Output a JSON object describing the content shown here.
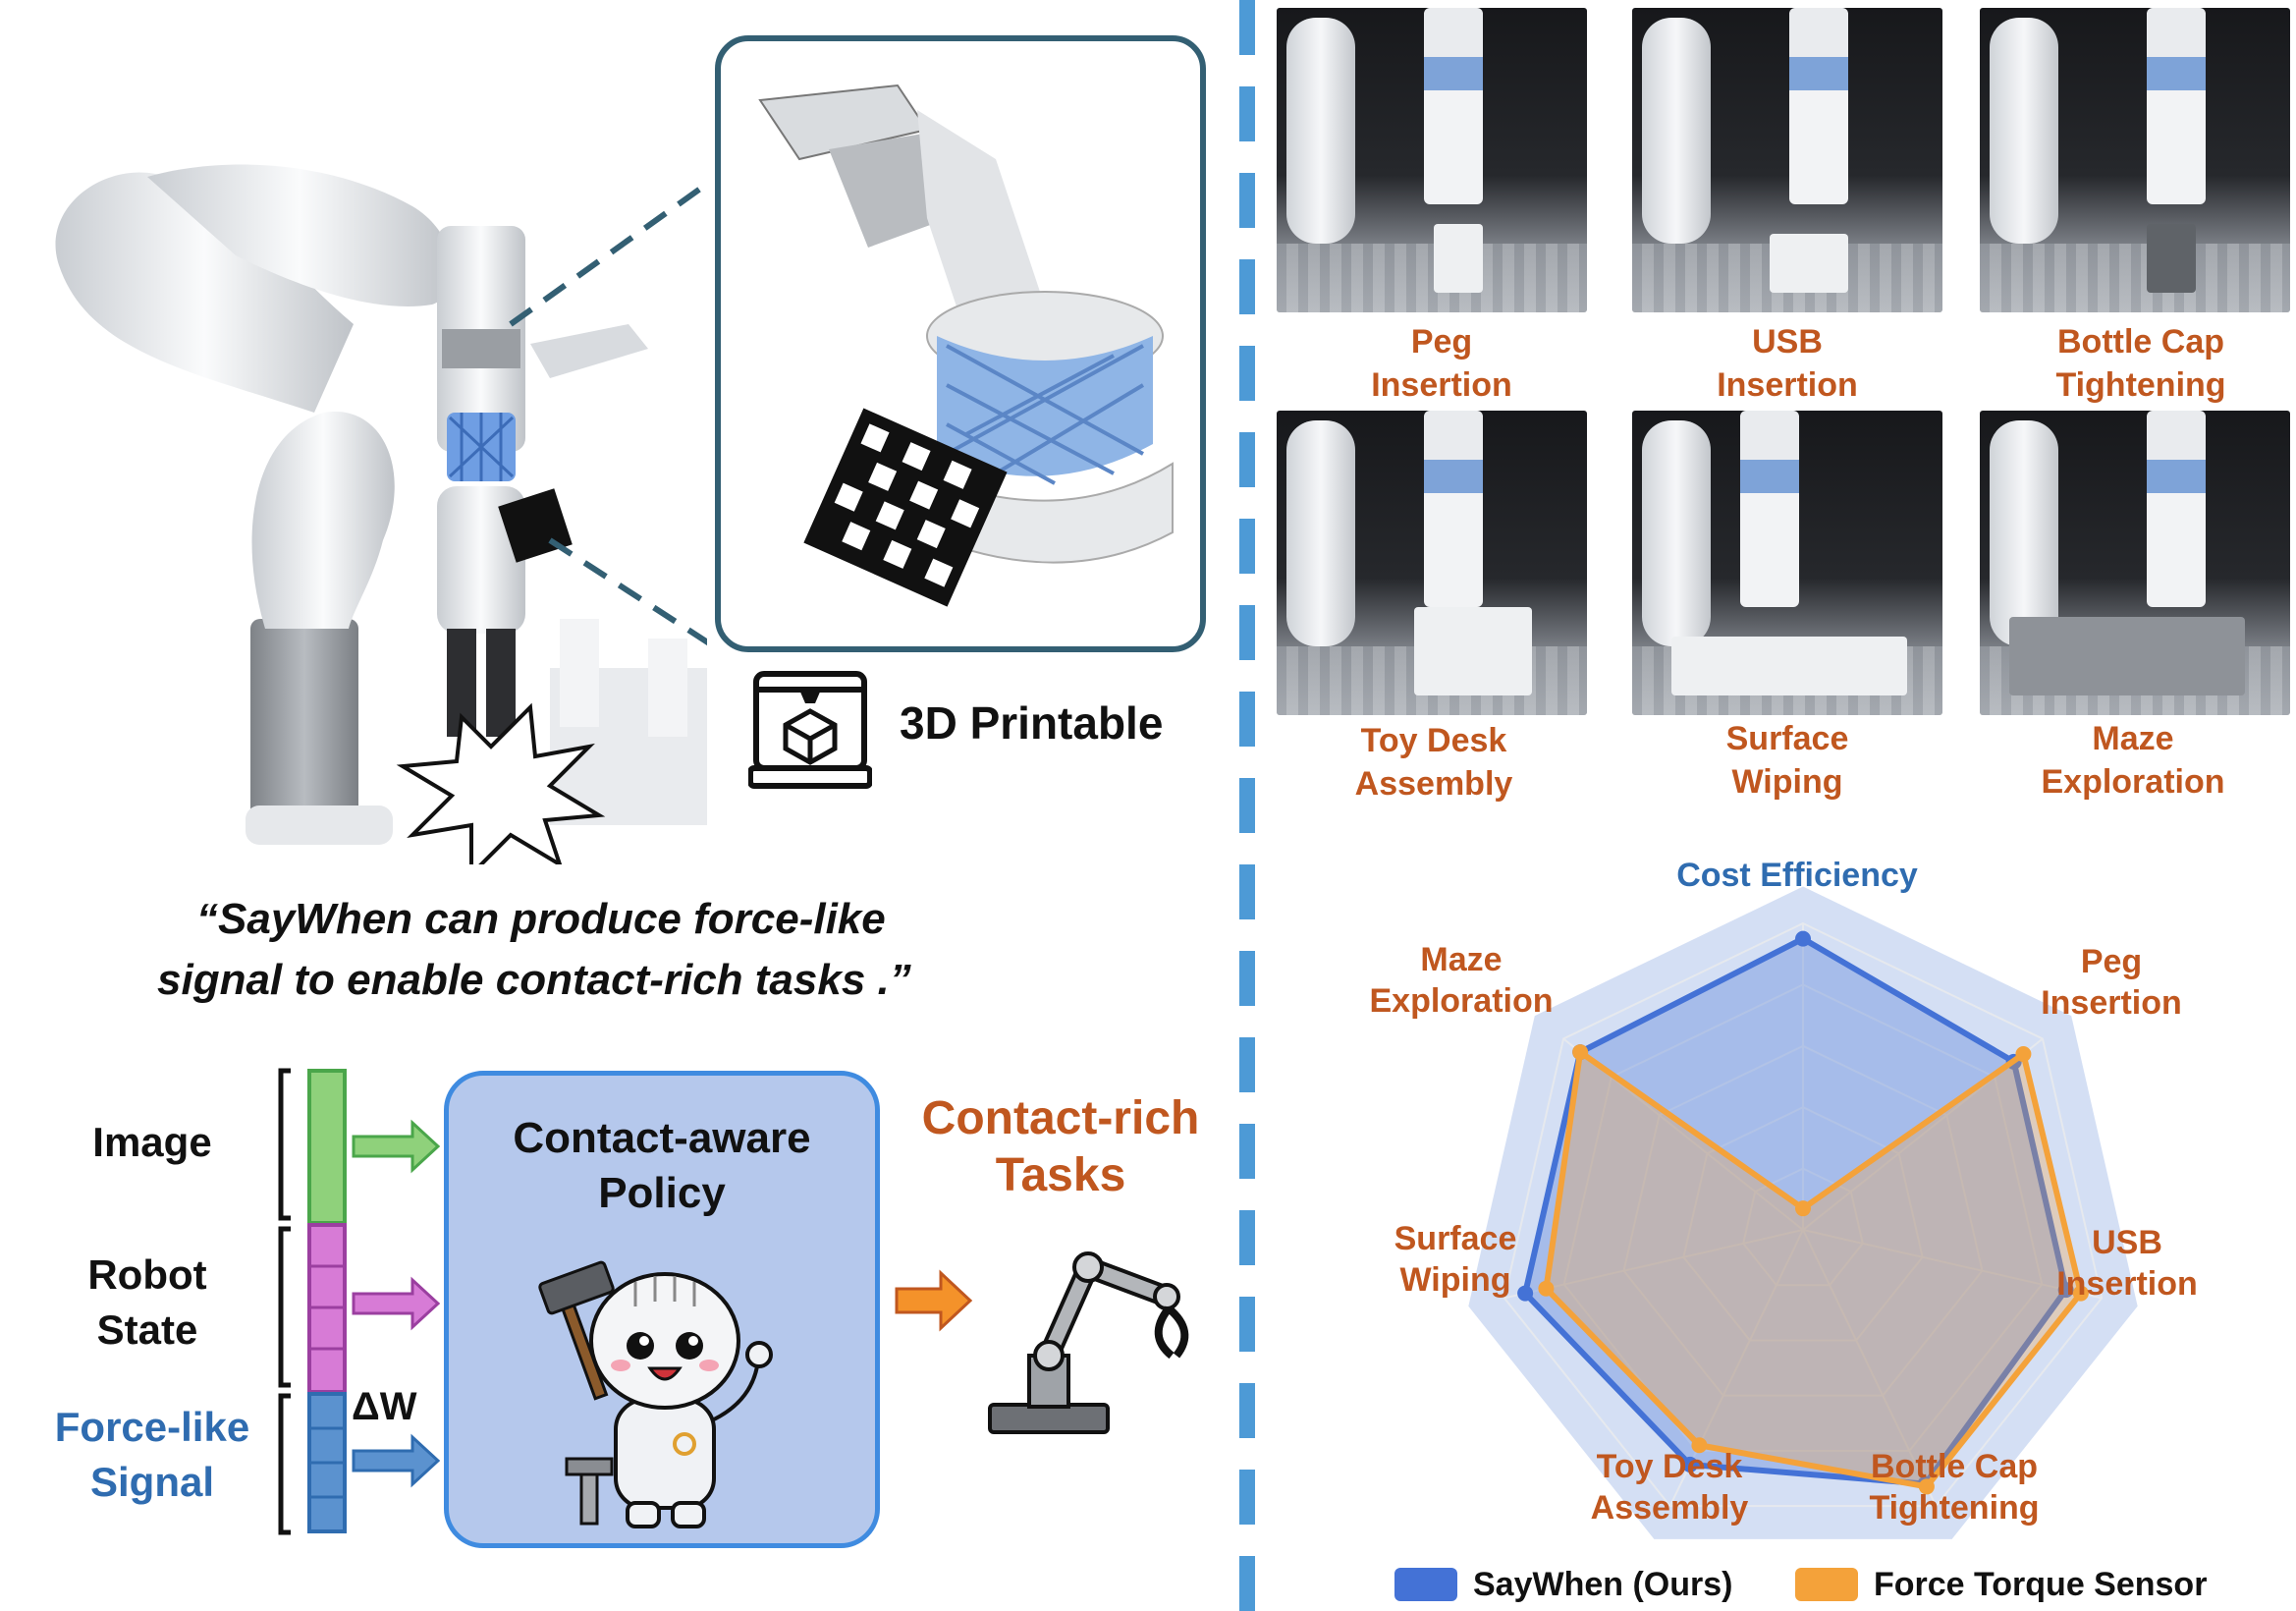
{
  "robot_section": {
    "printable_label": "3D Printable",
    "printer_icon": "3d-printer-icon"
  },
  "quote": {
    "line1": "“SayWhen can produce force-like",
    "line2": "signal to enable contact-rich tasks .”"
  },
  "pipeline": {
    "inputs": [
      {
        "label_line1": "Image",
        "label_line2": "",
        "color": "#8fd17b",
        "border": "#4aa64a"
      },
      {
        "label_line1": "Robot",
        "label_line2": "State",
        "color": "#d77bd6",
        "border": "#9b3fa0"
      },
      {
        "label_line1": "Force-like",
        "label_line2": "Signal",
        "color": "#5b92cf",
        "border": "#2f6cb0"
      }
    ],
    "delta_label": "ΔW",
    "policy_line1": "Contact-aware",
    "policy_line2": "Policy",
    "output_line1": "Contact-rich",
    "output_line2": "Tasks"
  },
  "tasks": [
    {
      "line1": "Peg",
      "line2": "Insertion"
    },
    {
      "line1": "USB",
      "line2": "Insertion"
    },
    {
      "line1": "Bottle Cap",
      "line2": "Tightening"
    },
    {
      "line1": "Toy Desk",
      "line2": "Assembly"
    },
    {
      "line1": "Surface",
      "line2": "Wiping"
    },
    {
      "line1": "Maze",
      "line2": "Exploration"
    }
  ],
  "radar": {
    "axes": [
      {
        "line1": "Cost Efficiency",
        "line2": ""
      },
      {
        "line1": "Peg",
        "line2": "Insertion"
      },
      {
        "line1": "USB",
        "line2": "Insertion"
      },
      {
        "line1": "Bottle Cap",
        "line2": "Tightening"
      },
      {
        "line1": "Toy Desk",
        "line2": "Assembly"
      },
      {
        "line1": "Surface",
        "line2": "Wiping"
      },
      {
        "line1": "Maze",
        "line2": "Exploration"
      }
    ],
    "legend": [
      {
        "name": "SayWhen (Ours)",
        "color": "#4472d6"
      },
      {
        "name": "Force Torque Sensor",
        "color": "#f4a23a"
      }
    ]
  },
  "chart_data": {
    "type": "radar",
    "categories": [
      "Cost Efficiency",
      "Peg Insertion",
      "USB Insertion",
      "Bottle Cap Tightening",
      "Toy Desk Assembly",
      "Surface Wiping",
      "Maze Exploration"
    ],
    "series": [
      {
        "name": "SayWhen (Ours)",
        "color": "#4472d6",
        "values": [
          0.95,
          0.88,
          0.88,
          0.92,
          0.85,
          0.93,
          0.93
        ]
      },
      {
        "name": "Force Torque Sensor",
        "color": "#f4a23a",
        "values": [
          0.07,
          0.92,
          0.93,
          0.93,
          0.78,
          0.86,
          0.93
        ]
      }
    ],
    "max": 1.0
  }
}
